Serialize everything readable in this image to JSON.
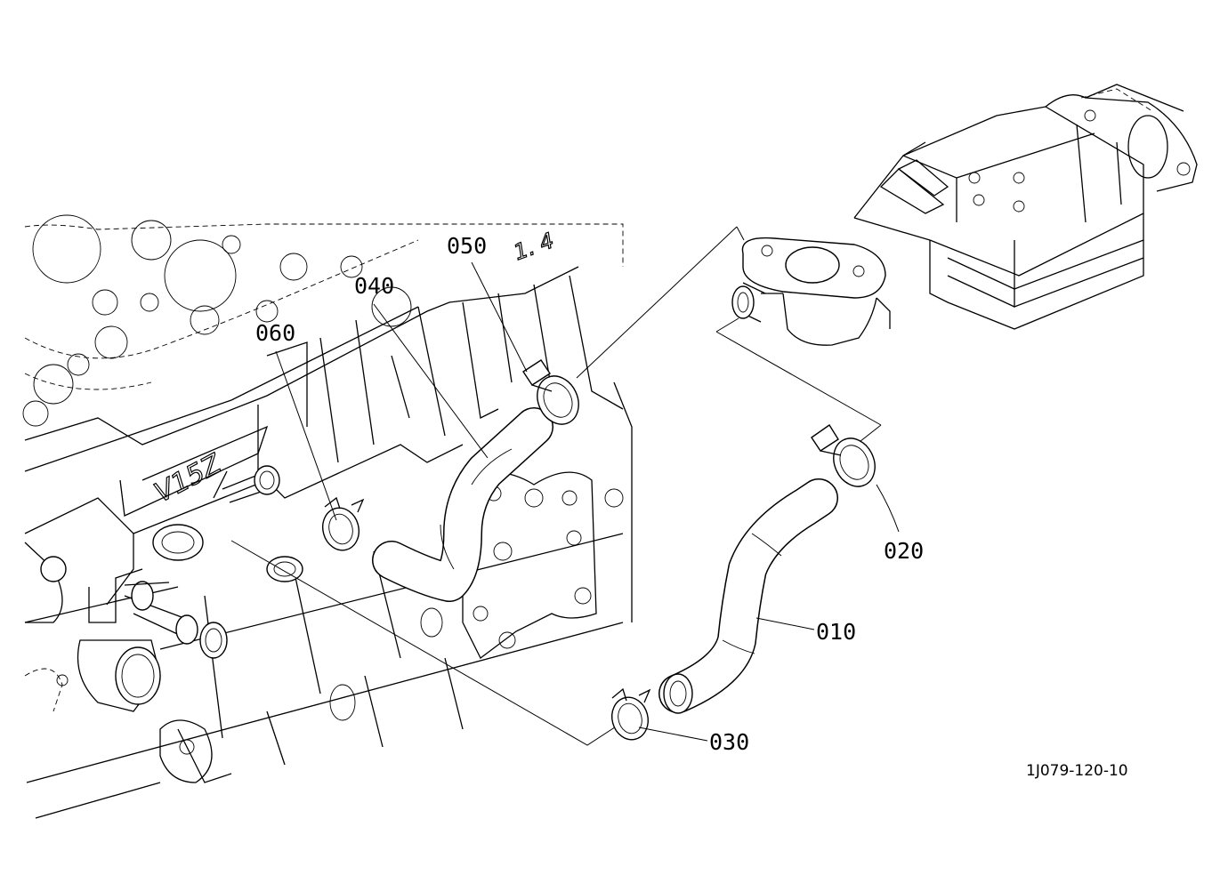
{
  "diagram": {
    "callouts": {
      "p010": "010",
      "p020": "020",
      "p030": "030",
      "p040": "040",
      "p050": "050",
      "p060": "060"
    },
    "engine_marking": "V15Z",
    "casting_text": "1. 4",
    "drawing_number": "1J079-120-10"
  }
}
